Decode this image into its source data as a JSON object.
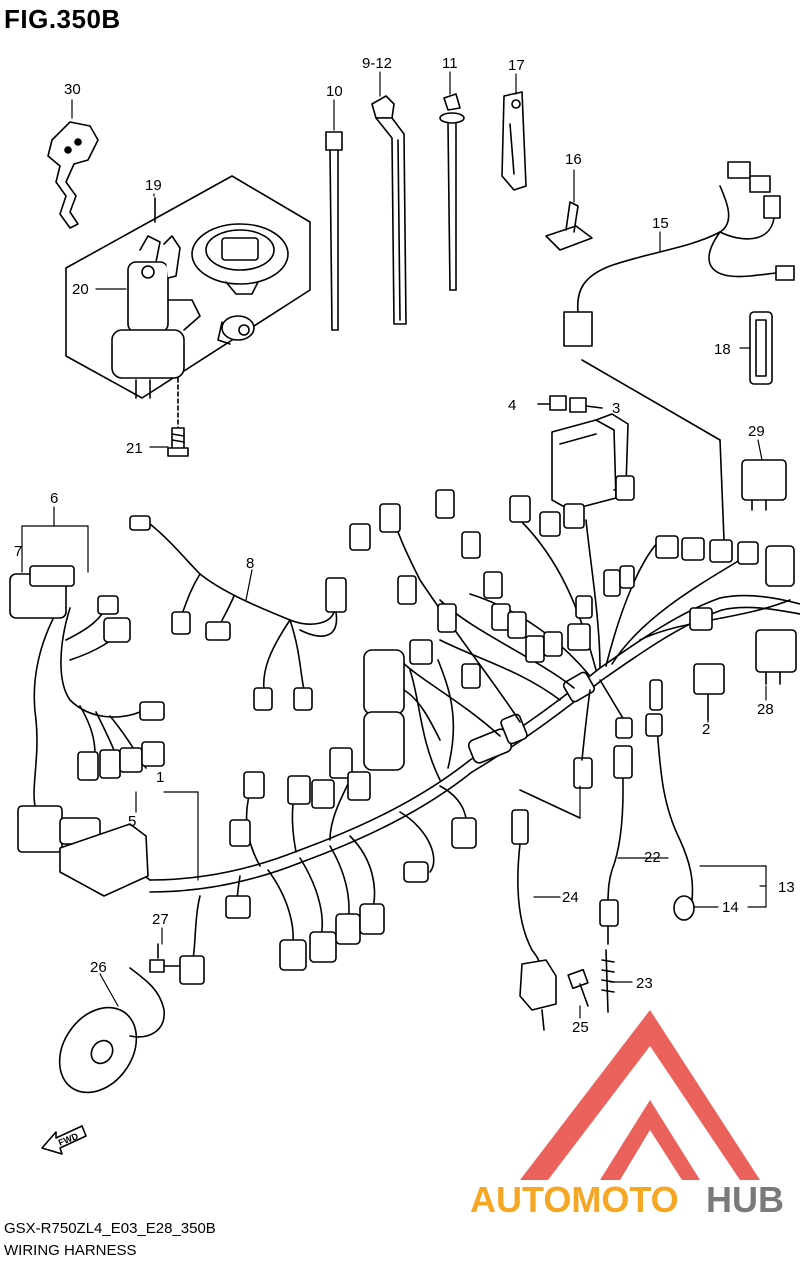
{
  "figure": {
    "title": "FIG.350B",
    "model_code": "GSX-R750ZL4_E03_E28_350B",
    "name": "WIRING HARNESS",
    "fwd_label": "FWD"
  },
  "watermark": {
    "part1": "AUTOMOTO",
    "part2": "HUB",
    "color1": "#f5a623",
    "color2": "#7a7a7a",
    "logo_color": "#e8473f"
  },
  "callouts": {
    "c1": "1",
    "c2": "2",
    "c3": "3",
    "c4": "4",
    "c5": "5",
    "c6": "6",
    "c7": "7",
    "c8": "8",
    "c9_12": "9-12",
    "c10": "10",
    "c11": "11",
    "c13": "13",
    "c14": "14",
    "c15": "15",
    "c16": "16",
    "c17": "17",
    "c18": "18",
    "c19": "19",
    "c20": "20",
    "c21": "21",
    "c22": "22",
    "c23": "23",
    "c24": "24",
    "c25": "25",
    "c26": "26",
    "c27": "27",
    "c28": "28",
    "c29": "29",
    "c30": "30"
  }
}
